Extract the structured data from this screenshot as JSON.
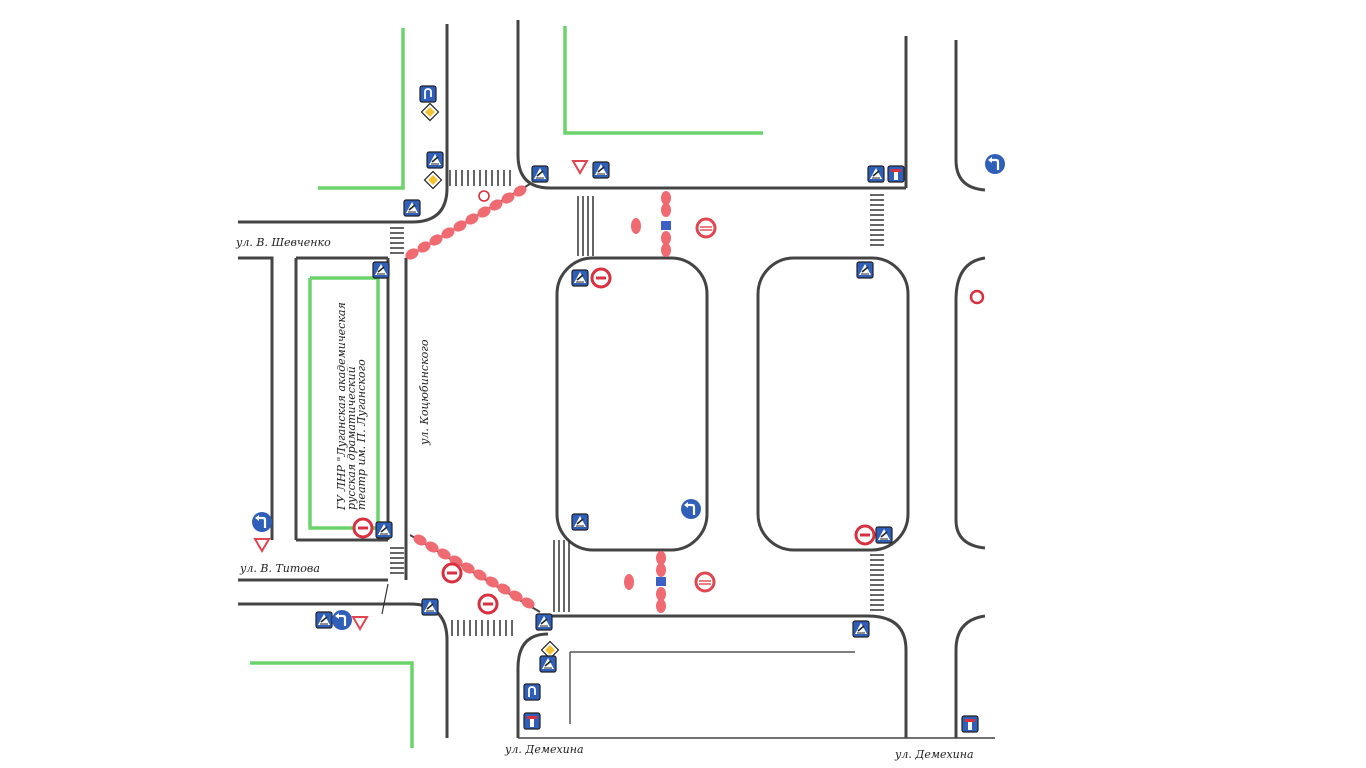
{
  "streets": {
    "shevchenko": "ул. В. Шевченко",
    "titova": "ул. В. Титова",
    "demekhina_left": "ул. Демехина",
    "demekhina_right": "ул. Демехина",
    "vertical": "ул. Коцюбинского"
  },
  "building": {
    "label_line1": "ГУ ЛНР \"Луганская академическая",
    "label_line2": "русская драматический",
    "label_line3": "театр им. П. Луганского"
  },
  "sign_codes": {
    "crosswalk": "5.19.1",
    "no_entry": "3.1",
    "yield": "2.4",
    "main_road": "2.1",
    "turn_left": "4.1.3",
    "no_stopping": "3.27",
    "parking": "6.4",
    "uturn": "6.3.1",
    "dead_end": "6.8.1",
    "lane": "5.15"
  },
  "colors": {
    "road": "#444444",
    "green_zone": "#6cd36a",
    "barrier": "#f06a72",
    "sign_blue": "#2f5fb8",
    "sign_red": "#d93040",
    "yellow": "#f2c230"
  }
}
